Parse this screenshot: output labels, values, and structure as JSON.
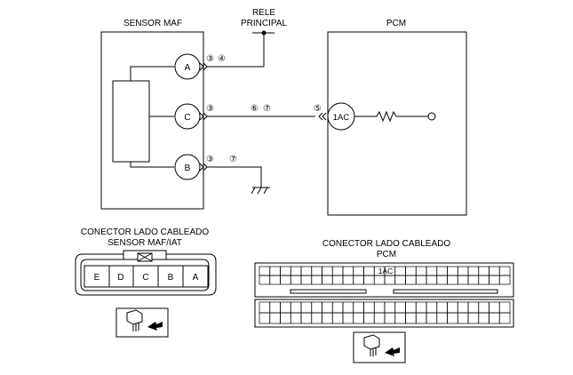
{
  "sensor": {
    "title": "SENSOR MAF",
    "pins": [
      "A",
      "C",
      "B"
    ],
    "codes_a": [
      "③",
      "④"
    ],
    "codes_c": [
      "③"
    ],
    "codes_b": [
      "③"
    ]
  },
  "relay": {
    "line1": "RELE",
    "line2": "PRINCIPAL"
  },
  "pcm": {
    "title": "PCM",
    "pin": "1AC",
    "code": "⑤"
  },
  "wire_c_codes": [
    "⑥",
    "⑦"
  ],
  "wire_b_code": "⑦",
  "connector_left": {
    "title1": "CONECTOR LADO CABLEADO",
    "title2": "SENSOR MAF/IAT",
    "pins": [
      "E",
      "D",
      "C",
      "B",
      "A"
    ]
  },
  "connector_right": {
    "title1": "CONECTOR LADO CABLEADO",
    "title2": "PCM",
    "highlight": "1AC"
  },
  "icons": [
    "connector-plug-icon",
    "ground-symbol-icon",
    "resistor-symbol-icon"
  ]
}
